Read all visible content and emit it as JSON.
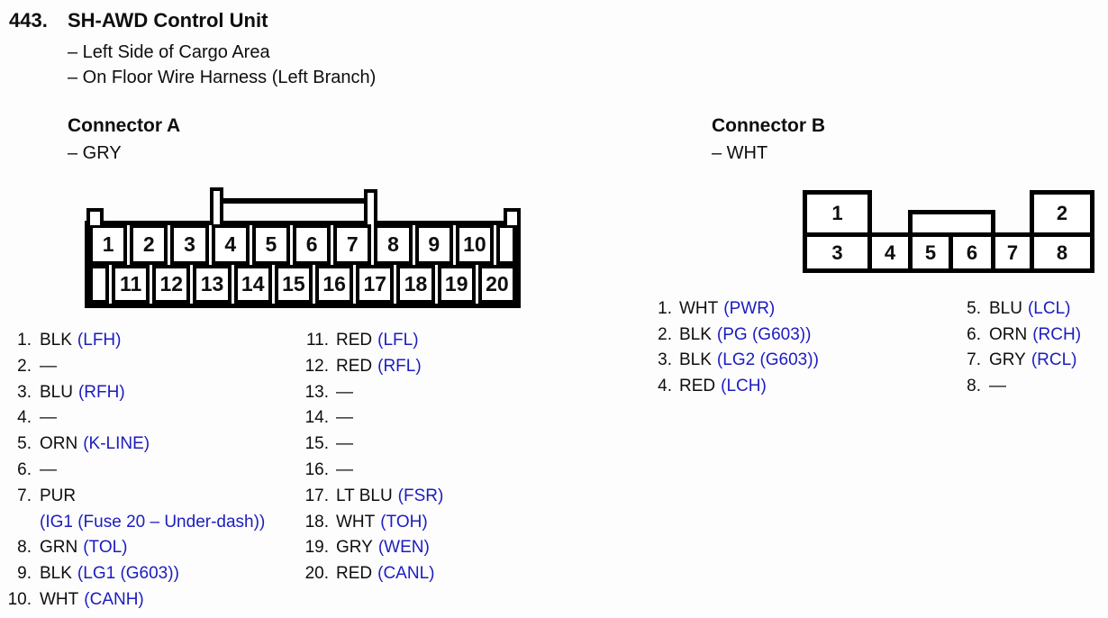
{
  "page": {
    "item_number": "443.",
    "title": "SH-AWD Control Unit",
    "location_lines": [
      "– Left Side of Cargo Area",
      "– On Floor Wire Harness (Left Branch)"
    ]
  },
  "colors": {
    "ink": "#0e0e0e",
    "signal_blue": "#1c1cc0",
    "diagram_stroke": "#000000"
  },
  "connector_a": {
    "heading": "Connector A",
    "color_note": "– GRY",
    "diagram": {
      "top_cells": [
        "1",
        "2",
        "3",
        "4",
        "5",
        "6",
        "7",
        "8",
        "9",
        "10"
      ],
      "top_trailing_blank": true,
      "bottom_cells": [
        "11",
        "12",
        "13",
        "14",
        "15",
        "16",
        "17",
        "18",
        "19",
        "20"
      ],
      "bottom_leading_blank": true
    },
    "pins_col1": [
      {
        "n": "1.",
        "wire": "BLK",
        "signal": "(LFH)"
      },
      {
        "n": "2.",
        "wire": "—",
        "signal": ""
      },
      {
        "n": "3.",
        "wire": "BLU",
        "signal": "(RFH)"
      },
      {
        "n": "4.",
        "wire": "—",
        "signal": ""
      },
      {
        "n": "5.",
        "wire": "ORN",
        "signal": "(K-LINE)"
      },
      {
        "n": "6.",
        "wire": "—",
        "signal": ""
      },
      {
        "n": "7.",
        "wire": "PUR",
        "signal": "(IG1 (Fuse 20 – Under-dash))",
        "wrap": true
      },
      {
        "n": "8.",
        "wire": "GRN",
        "signal": "(TOL)"
      },
      {
        "n": "9.",
        "wire": "BLK",
        "signal": "(LG1 (G603))"
      },
      {
        "n": "10.",
        "wire": "WHT",
        "signal": "(CANH)"
      }
    ],
    "pins_col2": [
      {
        "n": "11.",
        "wire": "RED",
        "signal": "(LFL)"
      },
      {
        "n": "12.",
        "wire": "RED",
        "signal": "(RFL)"
      },
      {
        "n": "13.",
        "wire": "—",
        "signal": ""
      },
      {
        "n": "14.",
        "wire": "—",
        "signal": ""
      },
      {
        "n": "15.",
        "wire": "—",
        "signal": ""
      },
      {
        "n": "16.",
        "wire": "—",
        "signal": ""
      },
      {
        "n": "17.",
        "wire": "LT BLU",
        "signal": "(FSR)"
      },
      {
        "n": "18.",
        "wire": "WHT",
        "signal": "(TOH)"
      },
      {
        "n": "19.",
        "wire": "GRY",
        "signal": "(WEN)"
      },
      {
        "n": "20.",
        "wire": "RED",
        "signal": "(CANL)"
      }
    ]
  },
  "connector_b": {
    "heading": "Connector B",
    "color_note": "– WHT",
    "diagram": {
      "top_cells": [
        "1",
        "2"
      ],
      "bottom_cells": [
        "3",
        "4",
        "5",
        "6",
        "7",
        "8"
      ]
    },
    "pins_col1": [
      {
        "n": "1.",
        "wire": "WHT",
        "signal": "(PWR)"
      },
      {
        "n": "2.",
        "wire": "BLK",
        "signal": "(PG (G603))"
      },
      {
        "n": "3.",
        "wire": "BLK",
        "signal": "(LG2 (G603))"
      },
      {
        "n": "4.",
        "wire": "RED",
        "signal": "(LCH)"
      }
    ],
    "pins_col2": [
      {
        "n": "5.",
        "wire": "BLU",
        "signal": "(LCL)"
      },
      {
        "n": "6.",
        "wire": "ORN",
        "signal": "(RCH)"
      },
      {
        "n": "7.",
        "wire": "GRY",
        "signal": "(RCL)"
      },
      {
        "n": "8.",
        "wire": "—",
        "signal": ""
      }
    ]
  }
}
